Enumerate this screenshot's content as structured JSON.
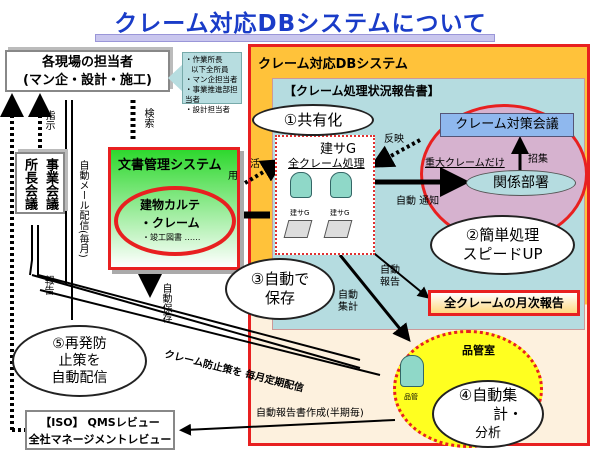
{
  "title": "クレーム対応DBシステムについて",
  "sites": {
    "line1": "各現場の担当者",
    "line2": "(マン企・設計・施工)"
  },
  "callout": [
    "・作業所長",
    "以下全所員",
    "・マン企担当者",
    "・事業推進部担当者",
    "・設計担当者"
  ],
  "labels": {
    "search": "検索",
    "instruct": "指示",
    "report": "報告",
    "auto_mail": "自動メール配信(毎月)",
    "use1": "活",
    "use2": "用",
    "auto_save": "自動保存",
    "reflect": "反映",
    "auto_notify": "自動 通知",
    "convene": "招集",
    "major_only": "重大クレームだけ",
    "auto_report": "自動報告",
    "auto_tally": "自動集計",
    "distribute": "クレーム防止策を 毎月定期配信",
    "half_report": "自動報告書作成(半期毎)"
  },
  "db_system": {
    "label": "クレーム対応DBシステム",
    "report_title": "【クレーム処理状況報告書】",
    "group": "建サG",
    "all_claims": "全クレーム処理",
    "person_label": "建サG",
    "meeting": "クレーム対策会議",
    "dept": "関係部署",
    "monthly": "全クレームの月次報告",
    "qc_room": "品管室",
    "qc_person": "品管"
  },
  "doc_system": {
    "label": "文書管理システム",
    "item1": "建物カルテ",
    "item2": "・クレーム",
    "item3": "・竣工図書 ……"
  },
  "chief_meeting": {
    "col1": "所長会議",
    "col2": "事業会議"
  },
  "iso": {
    "line1": "【ISO】 QMSレビュー",
    "line2": "全社マネージメントレビュー"
  },
  "clouds": {
    "c1": "①共有化",
    "c2a": "②簡単処理",
    "c2b": "スピードUP",
    "c3a": "③自動で",
    "c3b": "保存",
    "c4a": "④自動集",
    "c4b": "計・",
    "c4c": "分析",
    "c5a": "⑤再発防",
    "c5b": "止策を",
    "c5c": "自動配信"
  },
  "colors": {
    "title": "#1a3cc8",
    "frame_red": "#e82020",
    "db_orange": "#ffc23a",
    "report_teal": "#b5dce0",
    "doc_green": "#2ed82e",
    "qc_yellow": "#ffff20",
    "meeting_blue": "#8fb8ee"
  }
}
